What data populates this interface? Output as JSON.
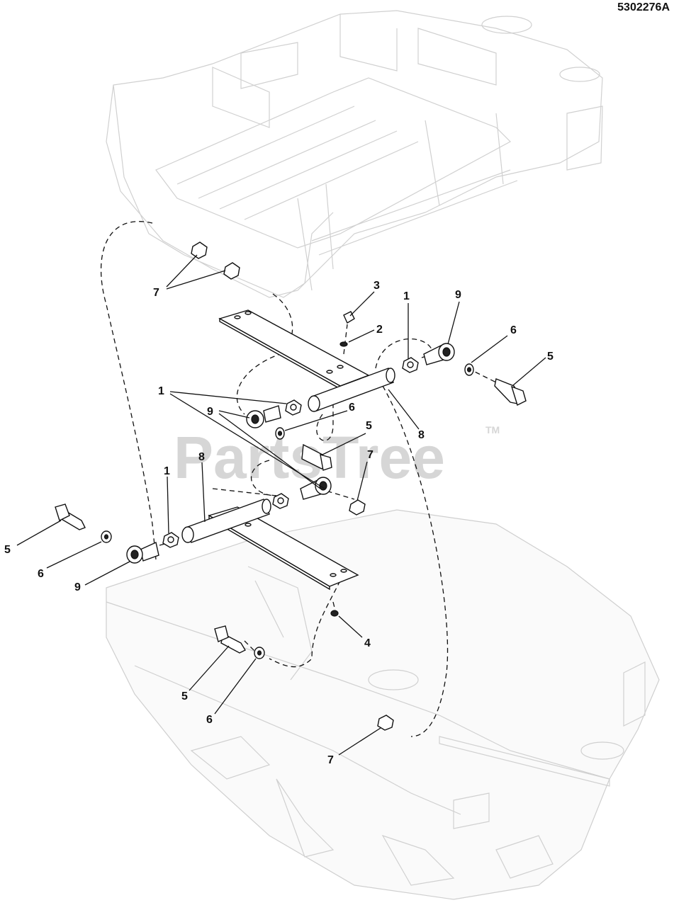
{
  "diagram_id": "5302276A",
  "watermark": {
    "text": "PartsTree",
    "tm": "TM"
  },
  "callouts": [
    "7",
    "3",
    "1",
    "9",
    "2",
    "6",
    "5",
    "1",
    "6",
    "9",
    "5",
    "8",
    "1",
    "8",
    "7",
    "5",
    "6",
    "9",
    "4",
    "5",
    "6",
    "7"
  ]
}
